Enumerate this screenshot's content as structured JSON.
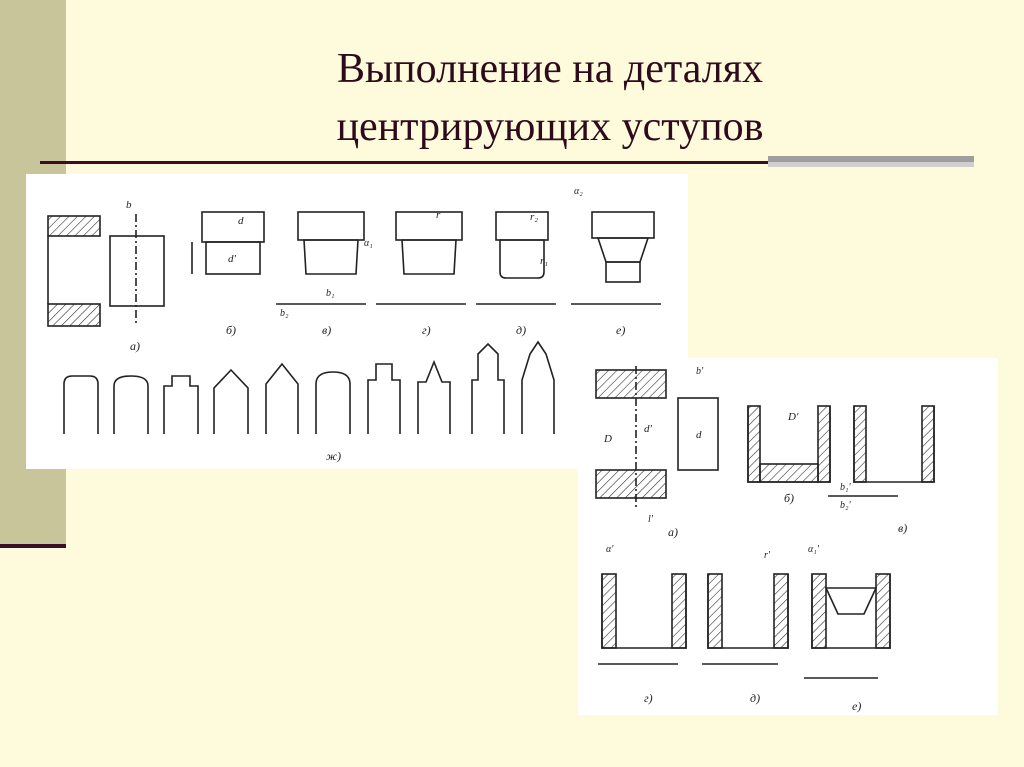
{
  "slide": {
    "title_line1": "Выполнение на деталях",
    "title_line2": "центрирующих уступов"
  },
  "drawing1": {
    "sublabels": [
      "а)",
      "б)",
      "в)",
      "г)",
      "д)",
      "е)",
      "ж)"
    ],
    "dims": [
      "d",
      "b",
      "d'",
      "b₁",
      "b₂",
      "r",
      "r₁",
      "r₂",
      "α₁",
      "α₂"
    ]
  },
  "drawing2": {
    "sublabels": [
      "а)",
      "б)",
      "в)",
      "г)",
      "д)",
      "е)"
    ],
    "dims": [
      "D",
      "D'",
      "d'",
      "d",
      "l'",
      "b'",
      "b₁'",
      "b₂'",
      "r'",
      "α'",
      "α₁'"
    ]
  }
}
